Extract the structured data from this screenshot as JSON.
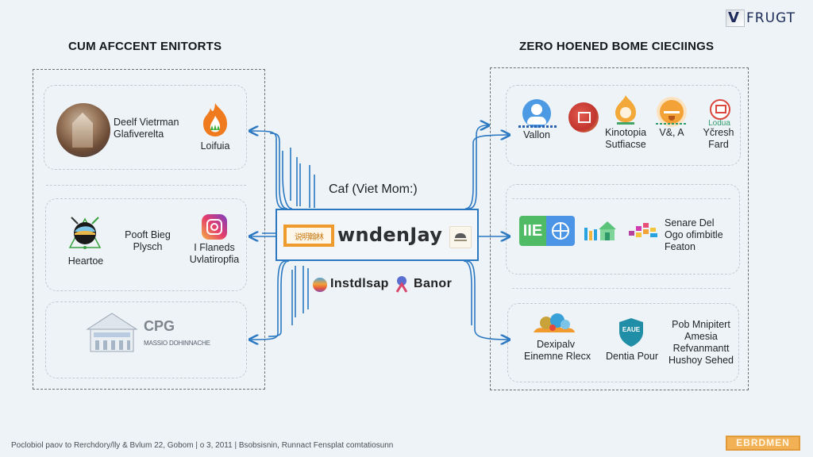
{
  "brand": {
    "logo_letter": "V",
    "name": "FRUGT"
  },
  "left_section": {
    "title": "CUM AFCCENT ENITORTS",
    "cards": [
      {
        "items": [
          {
            "icon": "temple-photo-icon",
            "label_lines": [
              "Deelf Vietrman",
              "Glafiverelta"
            ]
          },
          {
            "icon": "flame-icon",
            "label_lines": [
              "Loifuia"
            ]
          }
        ]
      },
      {
        "items": [
          {
            "icon": "globe-network-icon",
            "label_lines": [
              "Heartoe"
            ]
          },
          {
            "icon": "",
            "label_lines": [
              "Pooft Bieg",
              "Plysch"
            ]
          },
          {
            "icon": "instagram-icon",
            "label_lines": [
              "I Flaneds",
              "Uvlatiropfia"
            ]
          }
        ]
      },
      {
        "items": [
          {
            "icon": "building-icon",
            "title": "CPG",
            "label_lines": [
              "MASSIO DOHINNACHE"
            ]
          }
        ]
      }
    ]
  },
  "center": {
    "top_label": "Caf (Viet Mom:)",
    "main_label": "wndenJay",
    "logo_text": "说明翰林",
    "bottom_label_left": "Instdlsap",
    "bottom_label_right": "Banor"
  },
  "right_section": {
    "title": "ZERO HOENED BOME CIECIINGS",
    "cards": [
      {
        "items": [
          {
            "icon": "user-avatar-icon",
            "label_lines": [
              "Vallon"
            ]
          },
          {
            "icon": "red-badge-icon",
            "label_lines": []
          },
          {
            "icon": "orange-flame-badge-icon",
            "label_lines": [
              "Kinotopia",
              "Sutfiacse"
            ]
          },
          {
            "icon": "orange-bowl-icon",
            "label_lines": [
              "V&, A"
            ]
          },
          {
            "icon": "red-monitor-icon",
            "small_label": "Lodua",
            "label_lines": [
              "Yčresh",
              "Fard"
            ]
          }
        ]
      },
      {
        "items": [
          {
            "icon": "ie-globe-icon",
            "badge_text": "IIE",
            "label_lines": []
          },
          {
            "icon": "bar-house-icon",
            "label_lines": []
          },
          {
            "icon": "color-blocks-icon",
            "label_lines": [
              "Senare Del",
              "Ogo ofimbitle",
              "Featon"
            ]
          }
        ]
      },
      {
        "items": [
          {
            "icon": "cloud-bubbles-icon",
            "label_lines": [
              "Dexipalv",
              "Einemne Rlecx"
            ]
          },
          {
            "icon": "shield-icon",
            "badge_text": "EAUE",
            "label_lines": [
              "Dentia Pour"
            ]
          },
          {
            "icon": "",
            "label_lines": [
              "Pob Mnipitert",
              "Amesia",
              "Refvanmantt",
              "Hushoy Sehed"
            ]
          }
        ]
      }
    ]
  },
  "footer": {
    "caption": "Poclobiol paov to Rerchdory/lly & Bvlum 22, Gobom | o 3, 2011 | Bsobsisnin, Runnact Fensplat comtatiosunn",
    "stamp": "EBRDMEN"
  },
  "colors": {
    "background": "#eef3f7",
    "connector": "#2b78c2",
    "accent_orange": "#ee9a2c"
  }
}
